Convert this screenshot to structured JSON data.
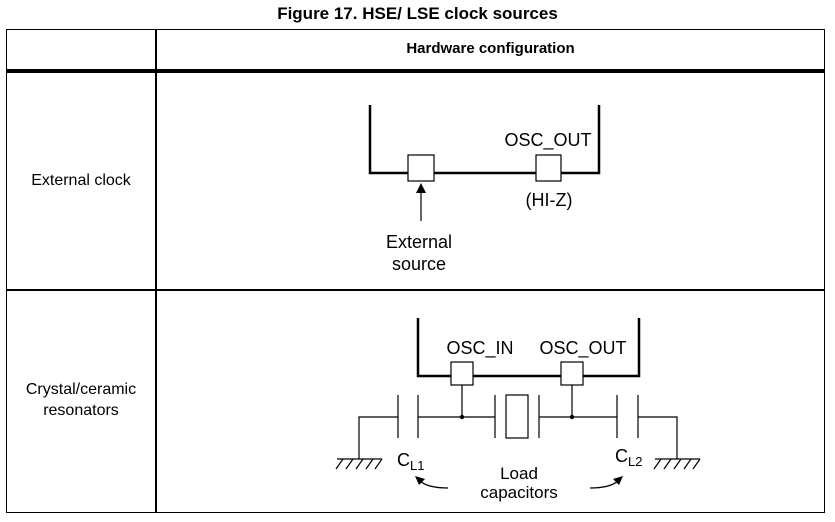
{
  "figure": {
    "title": "Figure 17. HSE/ LSE clock sources"
  },
  "table": {
    "header": {
      "col1": "",
      "col2": "Hardware configuration"
    },
    "rows": [
      {
        "label": "External clock",
        "diagram": {
          "pins": {
            "osc_out_label": "OSC_OUT",
            "osc_out_state": "(HI-Z)"
          },
          "source_label_line1": "External",
          "source_label_line2": "source"
        }
      },
      {
        "label_line1": "Crystal/ceramic",
        "label_line2": "resonators",
        "diagram": {
          "pins": {
            "osc_in_label": "OSC_IN",
            "osc_out_label": "OSC_OUT"
          },
          "cap1": {
            "main": "C",
            "sub": "L1"
          },
          "cap2": {
            "main": "C",
            "sub": "L2"
          },
          "load_label_line1": "Load",
          "load_label_line2": "capacitors"
        }
      }
    ]
  }
}
